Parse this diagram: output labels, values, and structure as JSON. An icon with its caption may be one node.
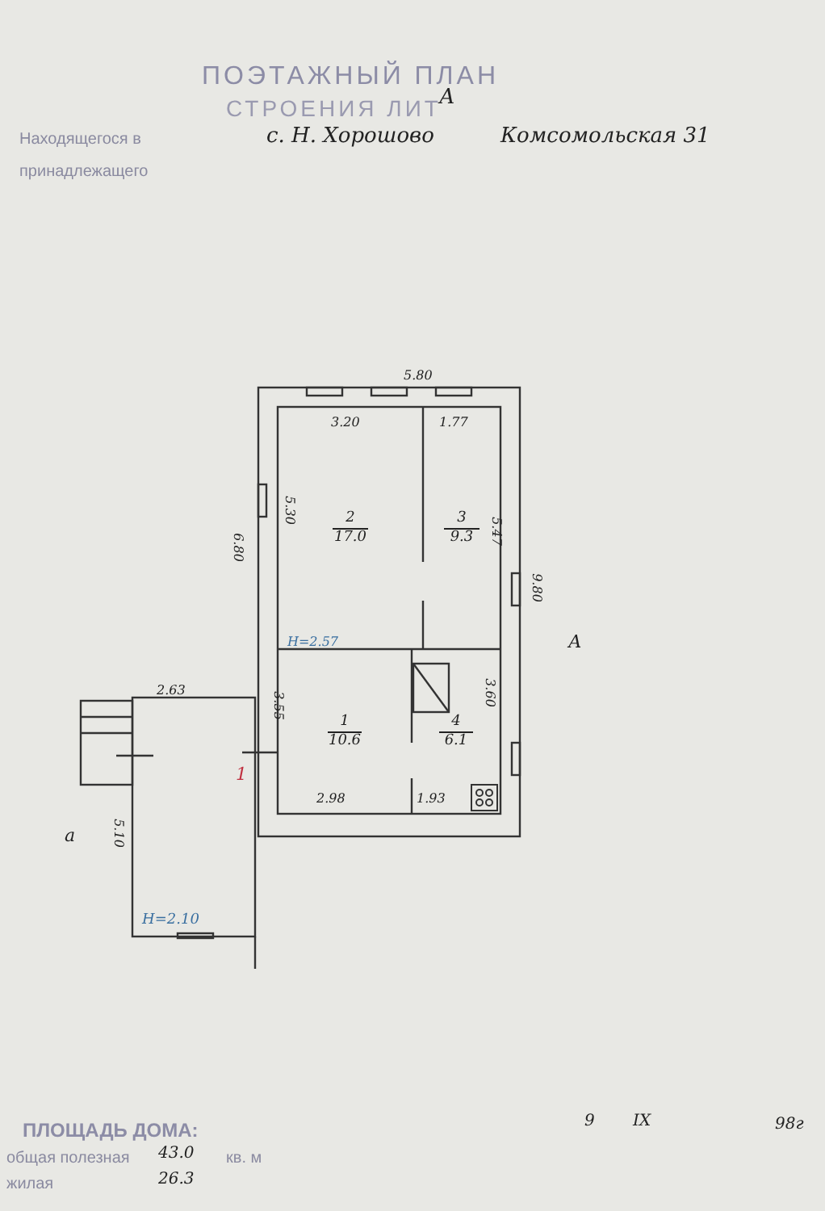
{
  "diagram": {
    "title": "ПОЭТАЖНЫЙ ПЛАН",
    "nodes": [
      {
        "text": [
          "2",
          "17.0"
        ]
      },
      {
        "text": [
          "3",
          "9.3"
        ]
      },
      {
        "text": [
          "1",
          "10.6"
        ]
      },
      {
        "text": [
          "4",
          "6.1"
        ]
      },
      {
        "text": [
          "Н=2.10"
        ]
      }
    ],
    "edges": [],
    "labels": [
      "СТРОЕНИЯ ЛИТ",
      "А",
      "Находящегося в",
      "с. Н. Хорошово",
      "Комсомольская 31",
      "принадлежащего",
      "5.80",
      "3.20",
      "1.77",
      "6.80",
      "5.30",
      "5.47",
      "9.80",
      "Н=2.57",
      "А",
      "2.63",
      "3.55",
      "3.60",
      "1",
      "2.98",
      "1.93",
      "а",
      "5.10",
      "ПЛОЩАДЬ ДОМА:",
      "общая полезная",
      "43.0",
      "кв. м",
      "жилая",
      "26.3",
      "9",
      "IX",
      "98г"
    ]
  }
}
